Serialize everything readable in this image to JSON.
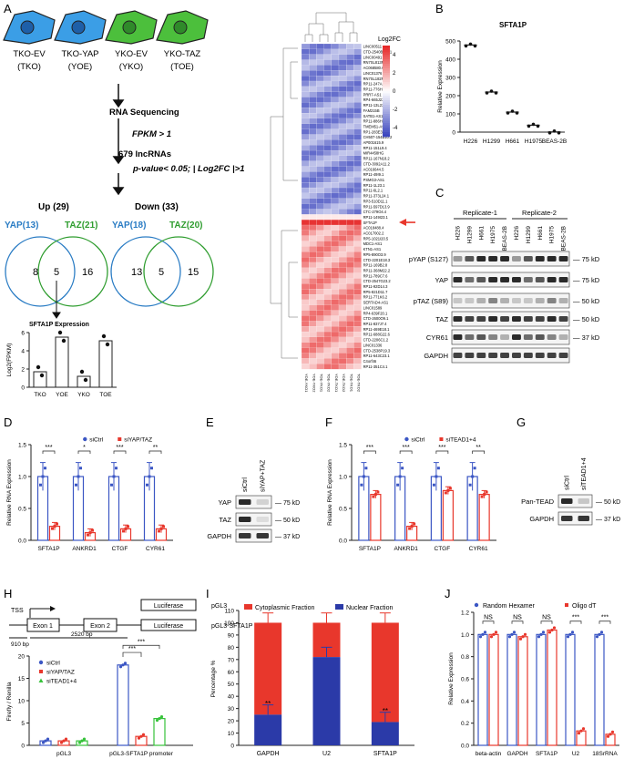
{
  "panels": {
    "A": "A",
    "B": "B",
    "C": "C",
    "D": "D",
    "E": "E",
    "F": "F",
    "G": "G",
    "H": "H",
    "I": "I",
    "J": "J"
  },
  "panelA": {
    "cells": [
      {
        "name": "TKO-EV",
        "short": "(TKO)",
        "color": "#3b9ee6"
      },
      {
        "name": "TKO-YAP",
        "short": "(YOE)",
        "color": "#3b9ee6"
      },
      {
        "name": "YKO-EV",
        "short": "(YKO)",
        "color": "#4cbf3c"
      },
      {
        "name": "YKO-TAZ",
        "short": "(TOE)",
        "color": "#4cbf3c"
      }
    ],
    "step1": "RNA Sequencing",
    "step2": "FPKM > 1",
    "step3": "679 lncRNAs",
    "step4": "p-value< 0.05; | Log2FC |>1",
    "up_label": "Up (29)",
    "down_label": "Down (33)",
    "yap_up": "YAP(13)",
    "taz_up": "TAZ(21)",
    "yap_down": "YAP(18)",
    "taz_down": "TAZ(20)",
    "venn_up": [
      "8",
      "5",
      "16"
    ],
    "venn_down": [
      "13",
      "5",
      "15"
    ],
    "inset_title": "SFTA1P Expression",
    "inset_ylabel": "Log2(FPKM)",
    "inset_yticks": [
      "0",
      "2",
      "4",
      "6"
    ],
    "inset_cats": [
      "TKO",
      "YOE",
      "YKO",
      "TOE"
    ],
    "inset_values": [
      1.7,
      5.5,
      1.2,
      5.1
    ]
  },
  "heatmap": {
    "legend_title": "Log2FC",
    "legend_ticks": [
      "4",
      "2",
      "0",
      "-2",
      "-4"
    ],
    "genes": [
      "LINC00511",
      "CTD-2540B15.11",
      "LINC00491",
      "RN7SL813P",
      "AC068580.6",
      "LINC01376",
      "RN7SL182P",
      "RP11-247A12.2",
      "RP11-776H12.1",
      "PRR7-AS1",
      "RP4-665J23.4",
      "RP11-13L23.1",
      "FAM215B",
      "SATB1-AS1",
      "RP11-886H12.2",
      "TMEM51-AS1",
      "RP1-283E3.8",
      "CH507-154B10.2",
      "AP001615.9",
      "RP11-151L9.4",
      "MIR4458HG",
      "RP11-167N18.2",
      "CTD-3092A11.2",
      "AC016644.5",
      "RP11-49I9.1",
      "PSMG3-AS1",
      "RP11-1L23.1",
      "RP11-6L2.1",
      "RP11-373L24.1",
      "RP3-510D11.1",
      "RP11-597D13.9",
      "CTC-279O4.4",
      "RP11-149I23.1",
      "SFTA1P",
      "AC018488.4",
      "AC017002.2",
      "RP5-1021I20.5",
      "MDC1-AS1",
      "KTN1-AS1",
      "RP5-890O3.9",
      "CTD-2201E18.3",
      "RP11-169B2.8",
      "RP11-368M22.2",
      "RP11-789C7.6",
      "CTD-2547G23.2",
      "RP11-92D14.3",
      "RP5-821D11.7",
      "RP11-771K6.2",
      "SERTAD4-AS1",
      "LINC01589",
      "RP4-639F20.1",
      "CTD-2600O9.1",
      "RP11-837J7.4",
      "RP11-469E18.1",
      "RP11-688G22.6",
      "CTD-2206C1.2",
      "LINC01336",
      "CTD-2538P19.3",
      "RP11-643C23.1",
      "C4orf46",
      "RP11-351C4.1"
    ],
    "columns": [
      "YOE-YKO1",
      "YOE-YKO2",
      "TOE-YKO1",
      "TOE-YKO2",
      "YOE-TKO1",
      "YOE-TKO2",
      "TOE-TKO1",
      "TOE-TKO2"
    ]
  },
  "panelB": {
    "title": "SFTA1P",
    "ylabel": "Relative Expression",
    "yticks": [
      "0",
      "100",
      "200",
      "300",
      "400",
      "500"
    ],
    "categories": [
      "H226",
      "H1299",
      "H661",
      "H1975",
      "BEAS-2B"
    ],
    "values": [
      478,
      220,
      110,
      38,
      1
    ]
  },
  "panelC": {
    "rep1": "Replicate-1",
    "rep2": "Replicate-2",
    "lanes": [
      "H226",
      "H1299",
      "H661",
      "H1975",
      "BEAS-2B",
      "H226",
      "H1299",
      "H661",
      "H1975",
      "BEAS-2B"
    ],
    "rows": [
      "pYAP (S127)",
      "YAP",
      "pTAZ (S89)",
      "TAZ",
      "CYR61",
      "GAPDH"
    ],
    "markers": [
      "75 kD",
      "75 kD",
      "50 kD",
      "50 kD",
      "37 kD",
      ""
    ]
  },
  "panelD": {
    "ylabel": "Relative RNA Expression",
    "yticks": [
      "0.0",
      "0.5",
      "1.0",
      "1.5"
    ],
    "categories": [
      "SFTA1P",
      "ANKRD1",
      "CTGF",
      "CYR61"
    ],
    "legend": [
      "siCtrl",
      "siYAP/TAZ"
    ],
    "ctrl": [
      1.0,
      1.0,
      1.0,
      1.0
    ],
    "treat": [
      0.22,
      0.12,
      0.18,
      0.18
    ],
    "sig": [
      "***",
      "*",
      "***",
      "**"
    ]
  },
  "panelE": {
    "lanes": [
      "siCtrl",
      "siYAP+TAZ"
    ],
    "rows": [
      "YAP",
      "TAZ",
      "GAPDH"
    ],
    "markers": [
      "75 kD",
      "50 kD",
      "37 kD"
    ]
  },
  "panelF": {
    "ylabel": "Relative RNA Expression",
    "yticks": [
      "0.0",
      "0.5",
      "1.0",
      "1.5"
    ],
    "categories": [
      "SFTA1P",
      "ANKRD1",
      "CTGF",
      "CYR61"
    ],
    "legend": [
      "siCtrl",
      "siTEAD1+4"
    ],
    "ctrl": [
      1.0,
      1.0,
      1.0,
      1.0
    ],
    "treat": [
      0.72,
      0.22,
      0.78,
      0.72
    ],
    "sig": [
      "***",
      "***",
      "***",
      "**"
    ]
  },
  "panelG": {
    "lanes": [
      "siCtrl",
      "siTEAD1+4"
    ],
    "rows": [
      "Pan-TEAD",
      "GAPDH"
    ],
    "markers": [
      "50 kD",
      "37 kD"
    ]
  },
  "panelH": {
    "tss": "TSS",
    "exon1": "Exon 1",
    "exon2": "Exon 2",
    "luc": "Luciferase",
    "pgl3": "pGL3",
    "pgl3p": "pGL3-SFTA1P promoter",
    "bp1": "910 bp",
    "bp2": "2520 bp",
    "ylabel": "Firefly / Renilla",
    "yticks": [
      "0",
      "5",
      "10",
      "15",
      "20"
    ],
    "legend": [
      "siCtrl",
      "siYAP/TAZ",
      "siTEAD1+4"
    ],
    "categories": [
      "pGL3",
      "pGL3-SFTA1P promoter"
    ],
    "values": [
      [
        1.0,
        1.0,
        1.0
      ],
      [
        18.0,
        2.0,
        6.0
      ]
    ],
    "sig": [
      "***",
      "***"
    ]
  },
  "panelI": {
    "ylabel": "Percentage %",
    "yticks": [
      "0",
      "10",
      "20",
      "30",
      "40",
      "50",
      "60",
      "70",
      "80",
      "90",
      "100",
      "110"
    ],
    "legend": [
      "Cytoplasmic Fraction",
      "Nuclear Fraction"
    ],
    "categories": [
      "GAPDH",
      "U2",
      "SFTA1P"
    ],
    "nuclear": [
      25,
      72,
      19
    ],
    "sig": [
      "**",
      "**"
    ]
  },
  "panelJ": {
    "ylabel": "Relative Expression",
    "yticks": [
      "0.0",
      "0.2",
      "0.4",
      "0.6",
      "0.8",
      "1.0",
      "1.2"
    ],
    "legend": [
      "Random Hexamer",
      "Oligo dT"
    ],
    "categories": [
      "beta-actin",
      "GAPDH",
      "SFTA1P",
      "U2",
      "18SrRNA"
    ],
    "hex": [
      1.0,
      1.0,
      1.0,
      1.0,
      1.0
    ],
    "oligo": [
      1.0,
      0.98,
      1.04,
      0.13,
      0.1
    ],
    "sig": [
      "NS",
      "NS",
      "NS",
      "***",
      "***"
    ]
  },
  "chart_data": [
    {
      "type": "bar",
      "title": "SFTA1P",
      "categories": [
        "H226",
        "H1299",
        "H661",
        "H1975",
        "BEAS-2B"
      ],
      "values": [
        478,
        220,
        110,
        38,
        1
      ],
      "ylabel": "Relative Expression",
      "ylim": [
        0,
        500
      ]
    },
    {
      "type": "bar",
      "categories": [
        "SFTA1P",
        "ANKRD1",
        "CTGF",
        "CYR61"
      ],
      "series": [
        {
          "name": "siCtrl",
          "values": [
            1.0,
            1.0,
            1.0,
            1.0
          ]
        },
        {
          "name": "siYAP/TAZ",
          "values": [
            0.22,
            0.12,
            0.18,
            0.18
          ]
        }
      ],
      "ylabel": "Relative RNA Expression",
      "ylim": [
        0,
        1.5
      ]
    },
    {
      "type": "bar",
      "categories": [
        "SFTA1P",
        "ANKRD1",
        "CTGF",
        "CYR61"
      ],
      "series": [
        {
          "name": "siCtrl",
          "values": [
            1.0,
            1.0,
            1.0,
            1.0
          ]
        },
        {
          "name": "siTEAD1+4",
          "values": [
            0.72,
            0.22,
            0.78,
            0.72
          ]
        }
      ],
      "ylabel": "Relative RNA Expression",
      "ylim": [
        0,
        1.5
      ]
    },
    {
      "type": "bar",
      "categories": [
        "pGL3",
        "pGL3-SFTA1P promoter"
      ],
      "series": [
        {
          "name": "siCtrl",
          "values": [
            1.0,
            18.0
          ]
        },
        {
          "name": "siYAP/TAZ",
          "values": [
            1.0,
            2.0
          ]
        },
        {
          "name": "siTEAD1+4",
          "values": [
            1.0,
            6.0
          ]
        }
      ],
      "ylabel": "Firefly / Renilla",
      "ylim": [
        0,
        20
      ]
    },
    {
      "type": "bar",
      "categories": [
        "GAPDH",
        "U2",
        "SFTA1P"
      ],
      "series": [
        {
          "name": "Nuclear Fraction",
          "values": [
            25,
            72,
            19
          ]
        },
        {
          "name": "Cytoplasmic Fraction",
          "values": [
            75,
            28,
            81
          ]
        }
      ],
      "ylabel": "Percentage %",
      "ylim": [
        0,
        110
      ]
    },
    {
      "type": "bar",
      "categories": [
        "beta-actin",
        "GAPDH",
        "SFTA1P",
        "U2",
        "18SrRNA"
      ],
      "series": [
        {
          "name": "Random Hexamer",
          "values": [
            1.0,
            1.0,
            1.0,
            1.0,
            1.0
          ]
        },
        {
          "name": "Oligo dT",
          "values": [
            1.0,
            0.98,
            1.04,
            0.13,
            0.1
          ]
        }
      ],
      "ylabel": "Relative Expression",
      "ylim": [
        0,
        1.2
      ]
    },
    {
      "type": "bar",
      "title": "SFTA1P Expression",
      "categories": [
        "TKO",
        "YOE",
        "YKO",
        "TOE"
      ],
      "values": [
        1.7,
        5.5,
        1.2,
        5.1
      ],
      "ylabel": "Log2(FPKM)",
      "ylim": [
        0,
        6
      ]
    }
  ]
}
